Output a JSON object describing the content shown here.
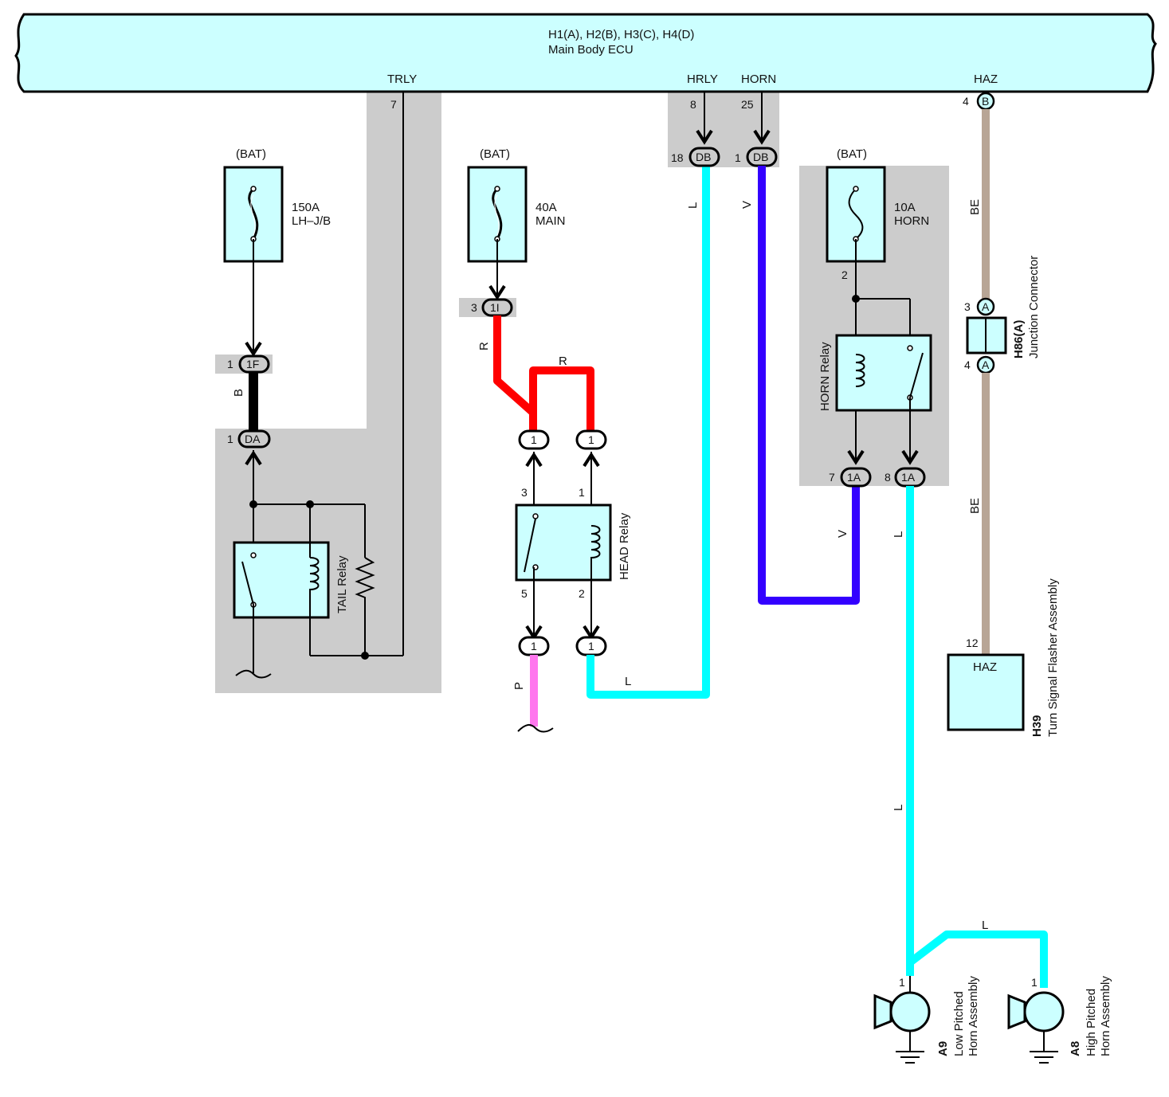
{
  "ecu": {
    "title": "H1(A), H2(B), H3(C), H4(D)",
    "name": "Main Body ECU",
    "terminals": {
      "trly": "TRLY",
      "hrly": "HRLY",
      "horn": "HORN",
      "haz": "HAZ"
    }
  },
  "pins": {
    "trly": "7",
    "hrly": "8",
    "horn": "25",
    "haz": "4",
    "db18": "18",
    "db1": "1",
    "f1": "1",
    "da1": "1",
    "i3": "3",
    "hr3": "3",
    "hr1": "1",
    "hr5": "5",
    "hr2": "2",
    "horn_fuse_out": "2",
    "h86_3": "3",
    "h86_4": "4",
    "a7": "7",
    "a8": "8",
    "h39": "12",
    "a9": "1",
    "a8h": "1"
  },
  "connectors": {
    "db": "DB",
    "f1": "1F",
    "da": "DA",
    "i1": "1I",
    "a1": "1A",
    "one": "1",
    "b": "B",
    "a": "A"
  },
  "fuses": {
    "bat": "(BAT)",
    "lhjb_amp": "150A",
    "lhjb_name": "LH–J/B",
    "main_amp": "40A",
    "main_name": "MAIN",
    "horn_amp": "10A",
    "horn_name": "HORN"
  },
  "relays": {
    "tail": "TAIL Relay",
    "head": "HEAD Relay",
    "horn": "HORN Relay"
  },
  "wires": {
    "L": "L",
    "V": "V",
    "B": "B",
    "R": "R",
    "P": "P",
    "BE": "BE"
  },
  "junction": {
    "code": "H86(A)",
    "name": "Junction Connector"
  },
  "flasher": {
    "code": "H39",
    "name": "Turn Signal Flasher Assembly",
    "terminal": "HAZ"
  },
  "horns": {
    "low_code": "A9",
    "low_line1": "Low Pitched",
    "low_line2": "Horn Assembly",
    "high_code": "A8",
    "high_line1": "High Pitched",
    "high_line2": "Horn Assembly"
  },
  "colors": {
    "component_fill": "#ccffff",
    "shade": "#cccccc",
    "wire_L": "#00ffff",
    "wire_V": "#3300ff",
    "wire_R": "#ff0000",
    "wire_P": "#ff77ee",
    "wire_BE": "#b8a595",
    "wire_B": "#000000"
  }
}
